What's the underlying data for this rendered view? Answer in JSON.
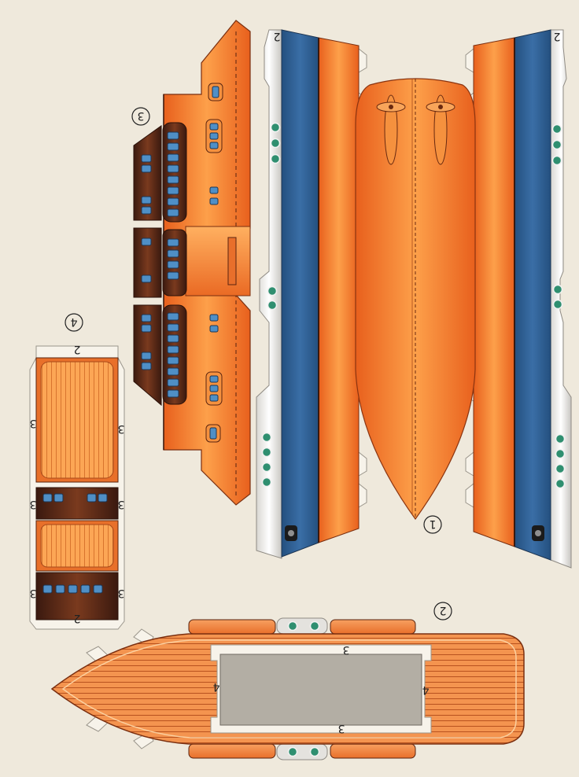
{
  "part_numbers": {
    "hull": "1",
    "side_left": "2",
    "side_right": "2",
    "deck": "2",
    "cabin": "3",
    "roof": "4"
  },
  "hull_tab_labels": {
    "top_left": "2",
    "top_right": "2"
  },
  "roof_labels": {
    "top": "2",
    "bottom": "2",
    "left_1": "3",
    "left_2": "3",
    "left_3": "3",
    "right_1": "3",
    "right_2": "3",
    "right_3": "3"
  },
  "deck_labels": {
    "top": "3",
    "bottom": "3",
    "left": "4",
    "right": "4"
  },
  "colors": {
    "paper": "#efe9dc",
    "orange": "#f07a2a",
    "orange_light": "#fb9c45",
    "blue": "#2f5e93",
    "dark_brown": "#4b2418",
    "deck_grey": "#b3aea4",
    "window_blue": "#4f8fc6",
    "porthole_green": "#2f8f70"
  }
}
